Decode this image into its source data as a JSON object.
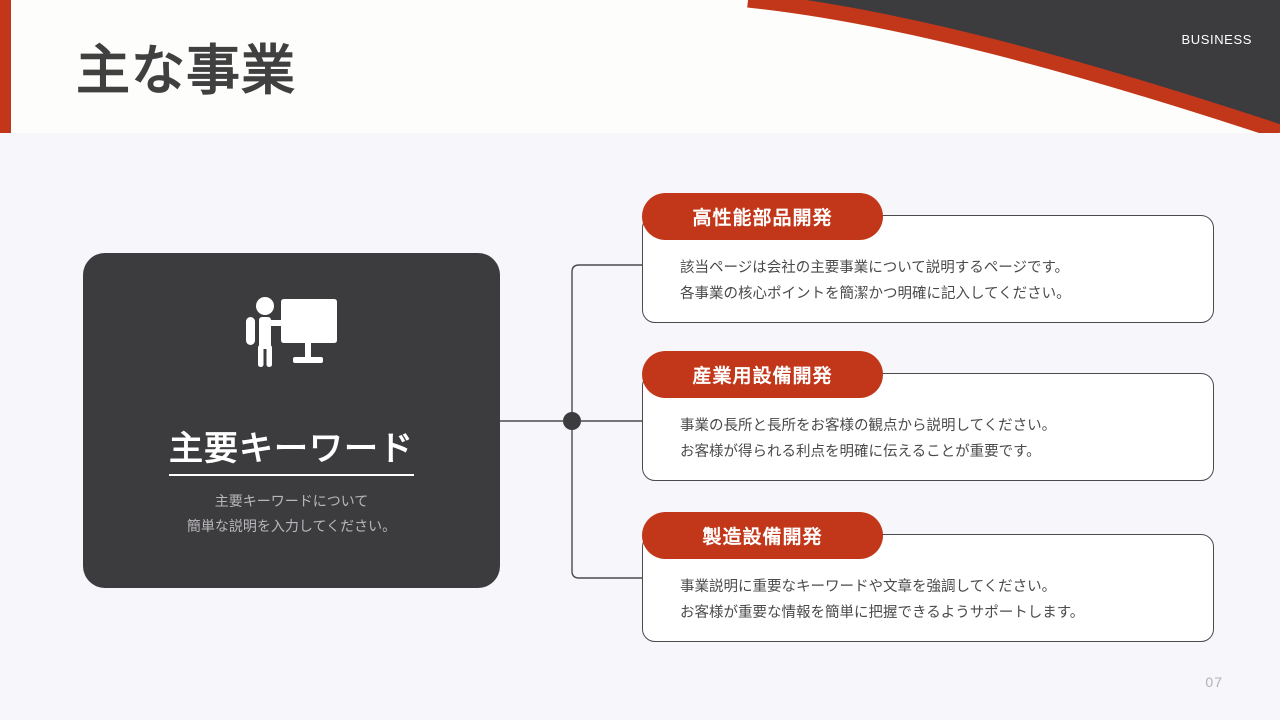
{
  "header": {
    "title": "主な事業",
    "eyebrow": "BUSINESS",
    "accent_color": "#c2371a",
    "dark_color": "#3c3b3e"
  },
  "key_card": {
    "icon": "presenter-chart-icon",
    "title": "主要キーワード",
    "desc_line1": "主要キーワードについて",
    "desc_line2": "簡単な説明を入力してください。"
  },
  "items": [
    {
      "badge": "高性能部品開発",
      "line1": "該当ページは会社の主要事業について説明するページです。",
      "line2": "各事業の核心ポイントを簡潔かつ明確に記入してください。"
    },
    {
      "badge": "産業用設備開発",
      "line1": "事業の長所と長所をお客様の観点から説明してください。",
      "line2": "お客様が得られる利点を明確に伝えることが重要です。"
    },
    {
      "badge": "製造設備開発",
      "line1": "事業説明に重要なキーワードや文章を強調してください。",
      "line2": "お客様が重要な情報を簡単に把握できるようサポートします。"
    }
  ],
  "footer": {
    "page_number": "07"
  }
}
